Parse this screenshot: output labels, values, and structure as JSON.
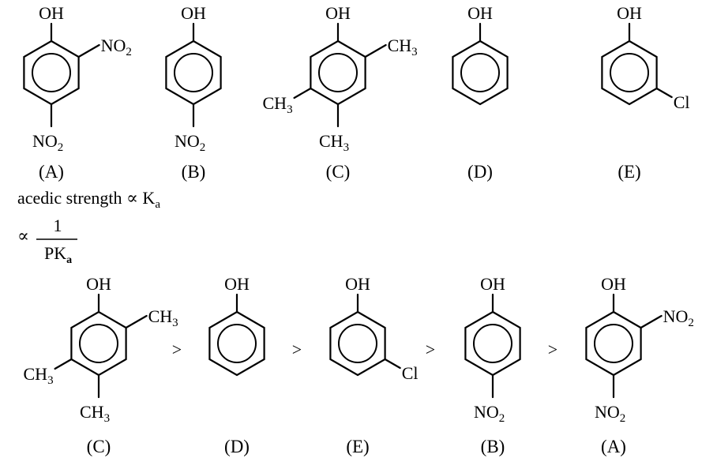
{
  "top_row": [
    {
      "id": "A",
      "label": "(A)",
      "oh": "OH",
      "subs": [
        {
          "pos": 1,
          "base": "NO",
          "sub": "2"
        },
        {
          "pos": 3,
          "base": "NO",
          "sub": "2"
        }
      ]
    },
    {
      "id": "B",
      "label": "(B)",
      "oh": "OH",
      "subs": [
        {
          "pos": 3,
          "base": "NO",
          "sub": "2"
        }
      ]
    },
    {
      "id": "C",
      "label": "(C)",
      "oh": "OH",
      "subs": [
        {
          "pos": 1,
          "base": "CH",
          "sub": "3"
        },
        {
          "pos": 3,
          "base": "CH",
          "sub": "3"
        },
        {
          "pos": 4,
          "base": "CH",
          "sub": "3"
        }
      ]
    },
    {
      "id": "D",
      "label": "(D)",
      "oh": "OH",
      "subs": []
    },
    {
      "id": "E",
      "label": "(E)",
      "oh": "OH",
      "subs": [
        {
          "pos": 2,
          "base": "Cl",
          "sub": ""
        }
      ]
    }
  ],
  "relation": {
    "line1_text": "acedic strength ∝ K",
    "line1_sub": "a",
    "line2_prefix": "∝",
    "numerator": "1",
    "denominator": "PK",
    "denominator_sub": "a"
  },
  "bottom_row": [
    {
      "id": "C",
      "label": "(C)",
      "oh": "OH",
      "subs": [
        {
          "pos": 1,
          "base": "CH",
          "sub": "3"
        },
        {
          "pos": 3,
          "base": "CH",
          "sub": "3"
        },
        {
          "pos": 4,
          "base": "CH",
          "sub": "3"
        }
      ]
    },
    {
      "id": "D",
      "label": "(D)",
      "oh": "OH",
      "subs": []
    },
    {
      "id": "E",
      "label": "(E)",
      "oh": "OH",
      "subs": [
        {
          "pos": 2,
          "base": "Cl",
          "sub": ""
        }
      ]
    },
    {
      "id": "B",
      "label": "(B)",
      "oh": "OH",
      "subs": [
        {
          "pos": 3,
          "base": "NO",
          "sub": "2"
        }
      ]
    },
    {
      "id": "A",
      "label": "(A)",
      "oh": "OH",
      "subs": [
        {
          "pos": 1,
          "base": "NO",
          "sub": "2"
        },
        {
          "pos": 3,
          "base": "NO",
          "sub": "2"
        }
      ]
    }
  ],
  "order_symbol": ">"
}
